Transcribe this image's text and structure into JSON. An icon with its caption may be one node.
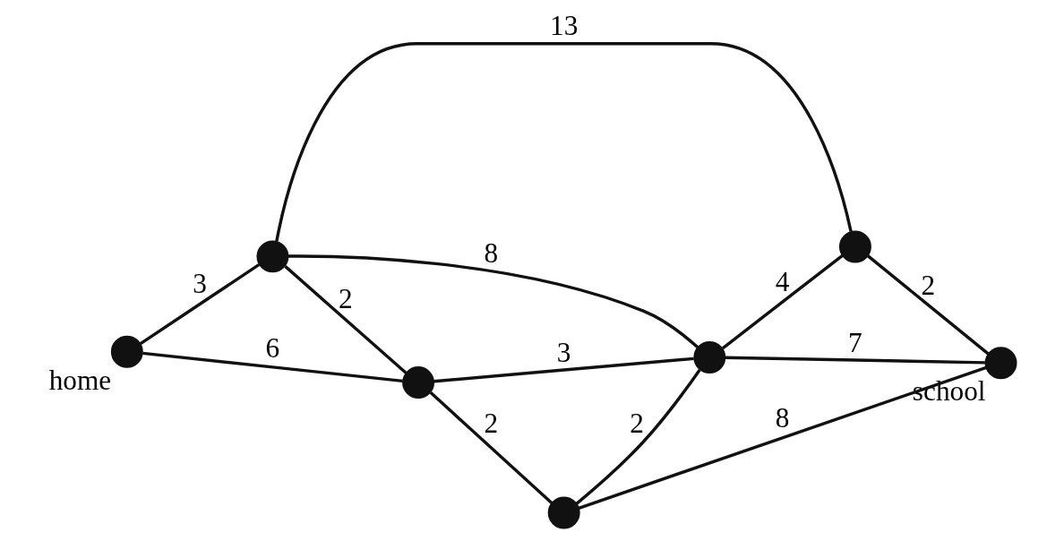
{
  "diagram": {
    "nodes": [
      {
        "text": [],
        "shape": "circle",
        "beside": [
          "home"
        ]
      },
      {
        "text": [],
        "shape": "circle"
      },
      {
        "text": [],
        "shape": "circle"
      },
      {
        "text": [],
        "shape": "circle"
      },
      {
        "text": [],
        "shape": "circle"
      },
      {
        "text": [],
        "shape": "circle"
      },
      {
        "text": [],
        "shape": "circle",
        "beside": [
          "school"
        ]
      }
    ],
    "edges": [
      {
        "from": 0,
        "to": 2,
        "arrow": "none",
        "label": "6"
      },
      {
        "from": 0,
        "to": 1,
        "arrow": "none",
        "label": "3"
      },
      {
        "from": 2,
        "to": 3,
        "arrow": "none",
        "label": "2"
      },
      {
        "from": 2,
        "to": 4,
        "arrow": "none",
        "label": "3"
      },
      {
        "from": 1,
        "to": 2,
        "arrow": "none",
        "label": "2"
      },
      {
        "from": 3,
        "to": 4,
        "arrow": "none",
        "label": "2"
      },
      {
        "from": 3,
        "to": 6,
        "arrow": "none",
        "label": "8"
      },
      {
        "from": 4,
        "to": 6,
        "arrow": "none",
        "label": "7"
      },
      {
        "from": 4,
        "to": 5,
        "arrow": "none",
        "label": "4"
      },
      {
        "from": 5,
        "to": 6,
        "arrow": "none",
        "label": "2"
      },
      {
        "from": 1,
        "to": 4,
        "arrow": "none",
        "label": "8"
      },
      {
        "from": 1,
        "to": 5,
        "arrow": "none",
        "label": "13"
      }
    ]
  }
}
